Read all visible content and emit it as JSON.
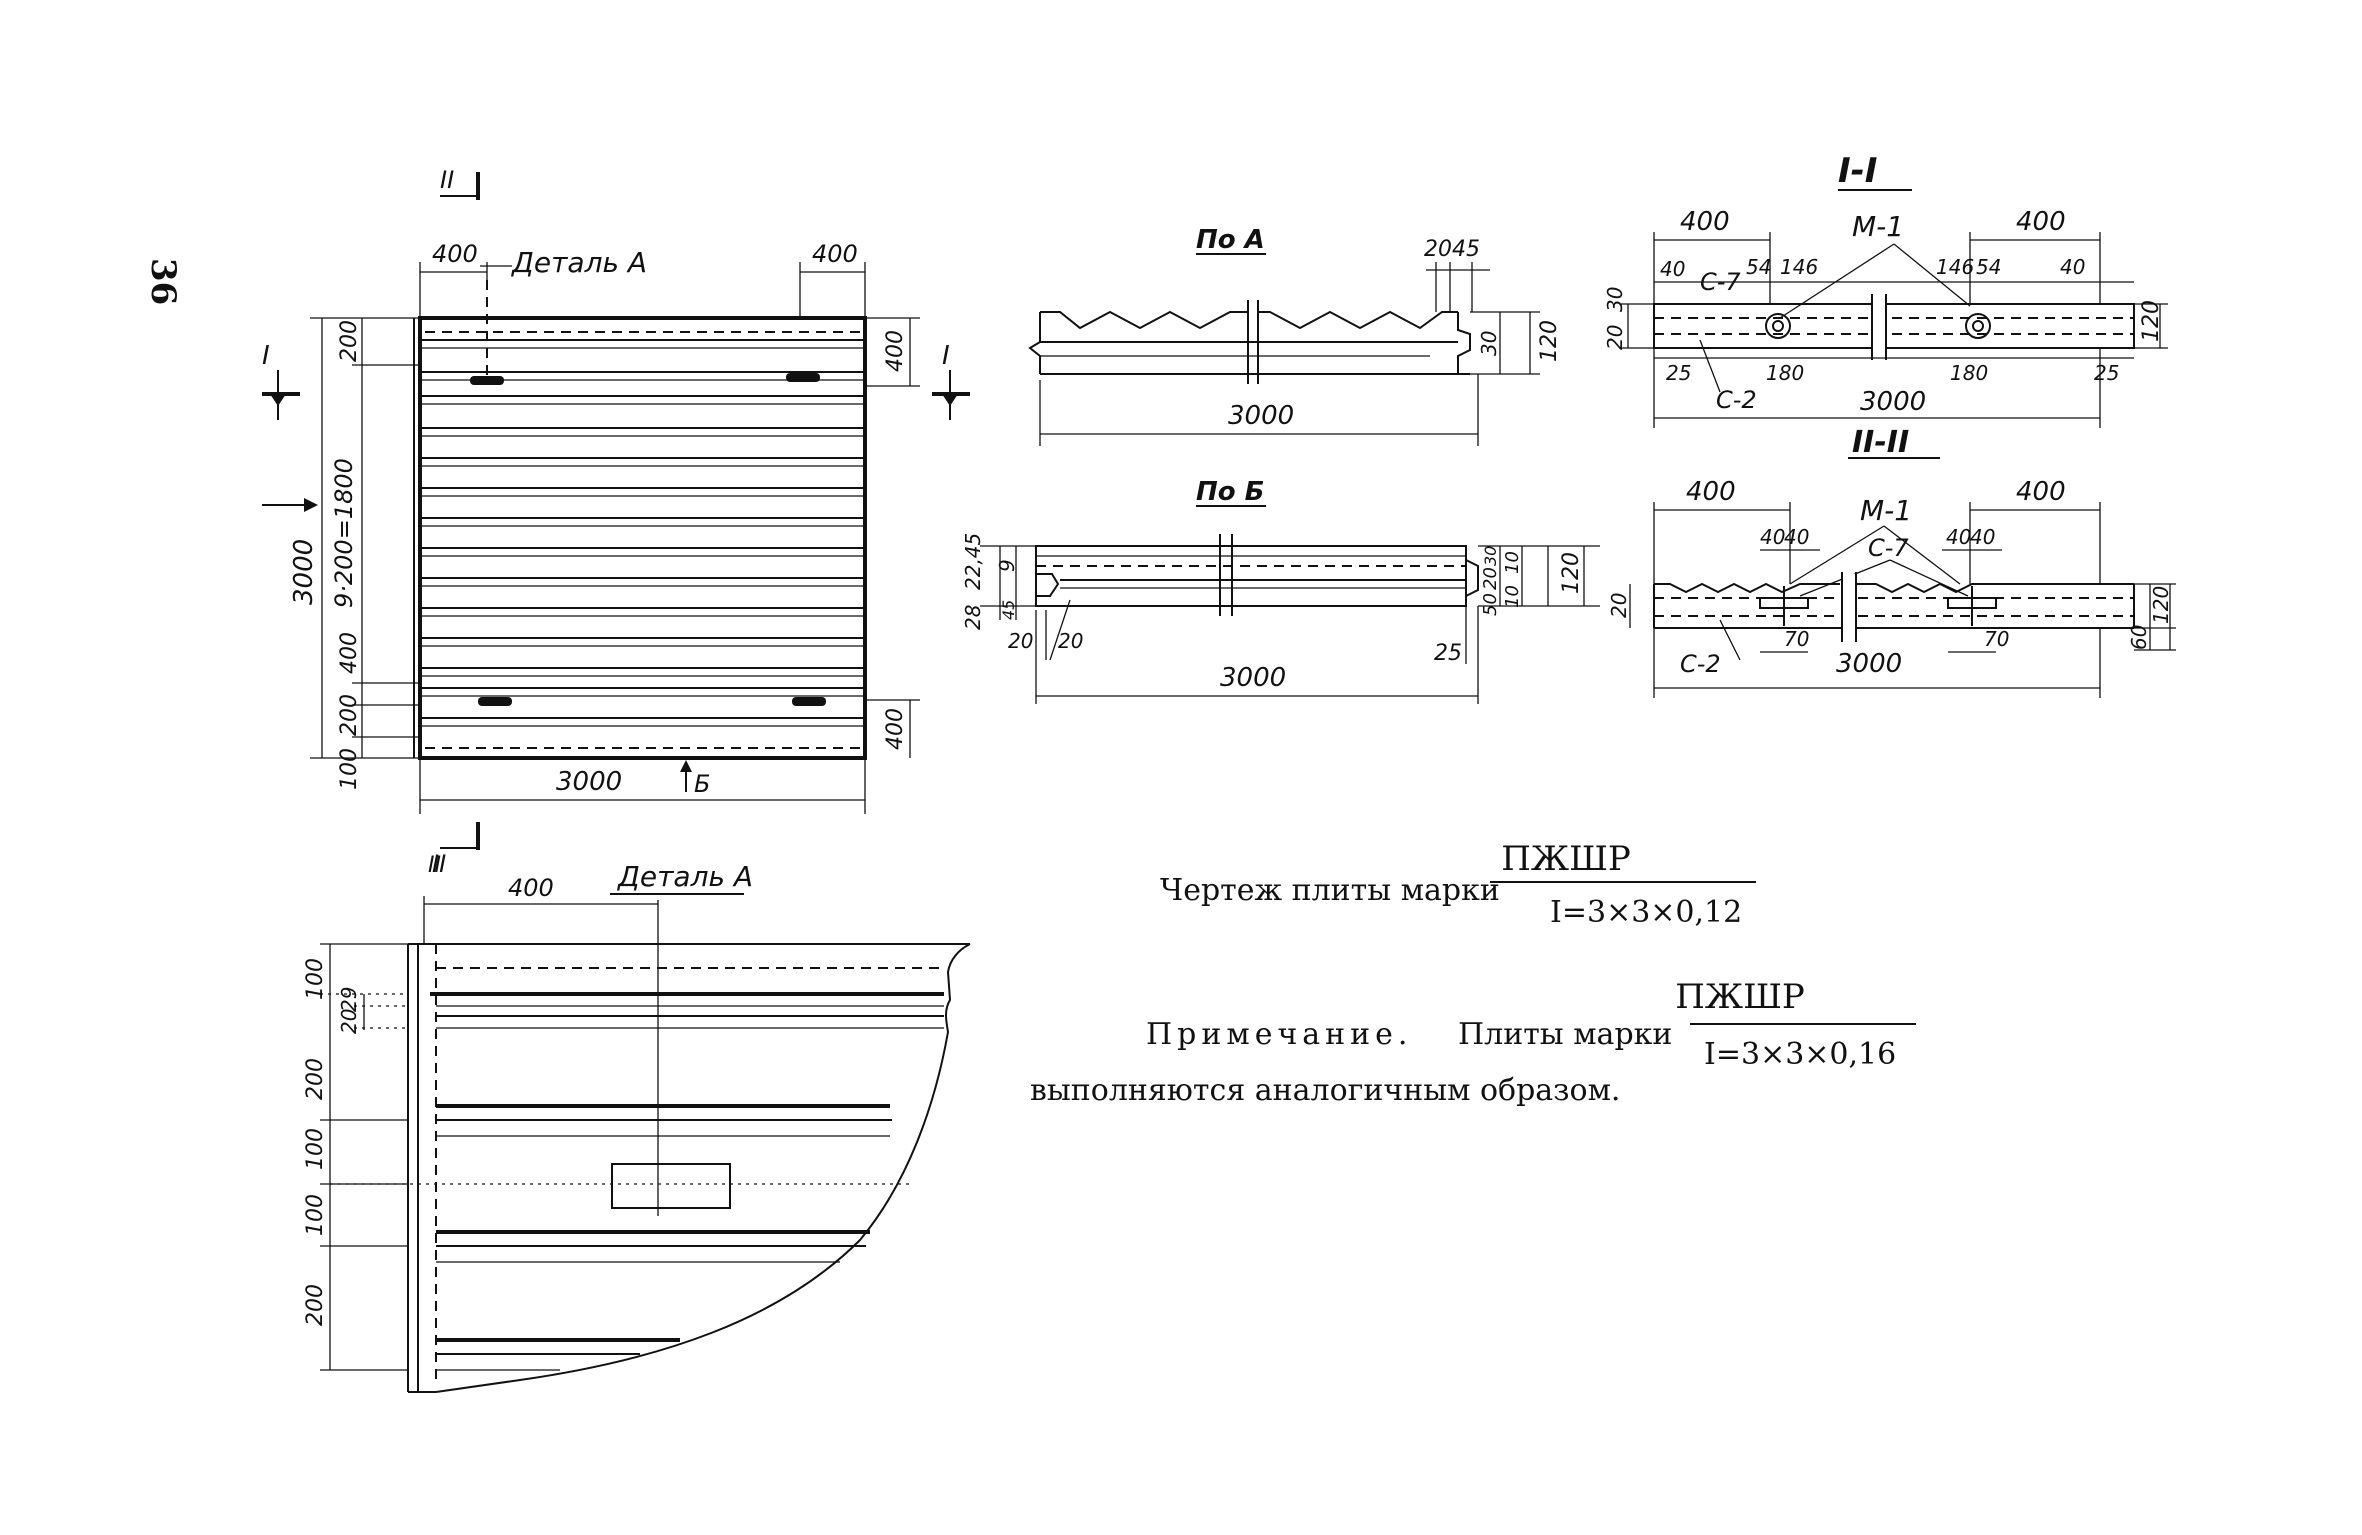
{
  "page_number": "36",
  "plan": {
    "section_mark_top": "II",
    "section_mark_bottom": "II",
    "section_mark_left": "I",
    "section_mark_right": "I",
    "detail_label": "Деталь А",
    "dim_400_left": "400",
    "dim_400_right": "400",
    "dim_200_top": "200",
    "dim_400_right_top": "400",
    "dim_overall": "3000",
    "dim_ribs": "9·200=1800",
    "dim_400_bottom": "400",
    "dim_200_bottom": "200",
    "dim_100_bottom": "100",
    "dim_400_right_bottom": "400",
    "dim_length": "3000",
    "view_b_label": "Б"
  },
  "view_a": {
    "title": "По А",
    "dim_20": "20",
    "dim_45": "45",
    "dim_30": "30",
    "dim_120": "120",
    "dim_length": "3000"
  },
  "view_b": {
    "title": "По Б",
    "dim_28": "28",
    "dim_2245": "22,45",
    "dim_9": "9",
    "dim_45": "45",
    "dim_20a": "20",
    "dim_20b": "20",
    "dim_25": "25",
    "dim_50": "50",
    "dim_20c": "20",
    "dim_30": "30",
    "dim_10a": "10",
    "dim_10b": "10",
    "dim_120": "120",
    "dim_length": "3000"
  },
  "section_1": {
    "title": "I-I",
    "m1": "М-1",
    "c7": "С-7",
    "c2": "С-2",
    "dim_400_left": "400",
    "dim_400_right": "400",
    "dim_40_left": "40",
    "dim_54_left": "54",
    "dim_146_left": "146",
    "dim_146_right": "146",
    "dim_54_right": "54",
    "dim_40_right": "40",
    "dim_20": "20",
    "dim_30": "30",
    "dim_25_left": "25",
    "dim_180_left": "180",
    "dim_180_right": "180",
    "dim_25_right": "25",
    "dim_120": "120",
    "dim_length": "3000"
  },
  "section_2": {
    "title": "II-II",
    "m1": "М-1",
    "c7": "С-7",
    "c2": "С-2",
    "dim_400_left": "400",
    "dim_400_right": "400",
    "dim_40a": "40",
    "dim_40b": "40",
    "dim_40c": "40",
    "dim_40d": "40",
    "dim_20": "20",
    "dim_70_left": "70",
    "dim_70_right": "70",
    "dim_60": "60",
    "dim_120": "120",
    "dim_length": "3000"
  },
  "detail": {
    "title": "Деталь А",
    "section_mark": "II",
    "dim_400": "400",
    "dim_100_top": "100",
    "dim_29": "29",
    "dim_20": "20",
    "dim_200_a": "200",
    "dim_100_a": "100",
    "dim_100_b": "100",
    "dim_200_b": "200"
  },
  "caption": {
    "prefix": "Чертеж плиты марки",
    "mark_top": "ПЖШР",
    "mark_bottom": "I=3×3×0,12"
  },
  "note": {
    "label": "Примечание.",
    "text1": "Плиты марки",
    "mark_top": "ПЖШР",
    "mark_bottom": "I=3×3×0,16",
    "text2": "выполняются аналогичным образом."
  }
}
